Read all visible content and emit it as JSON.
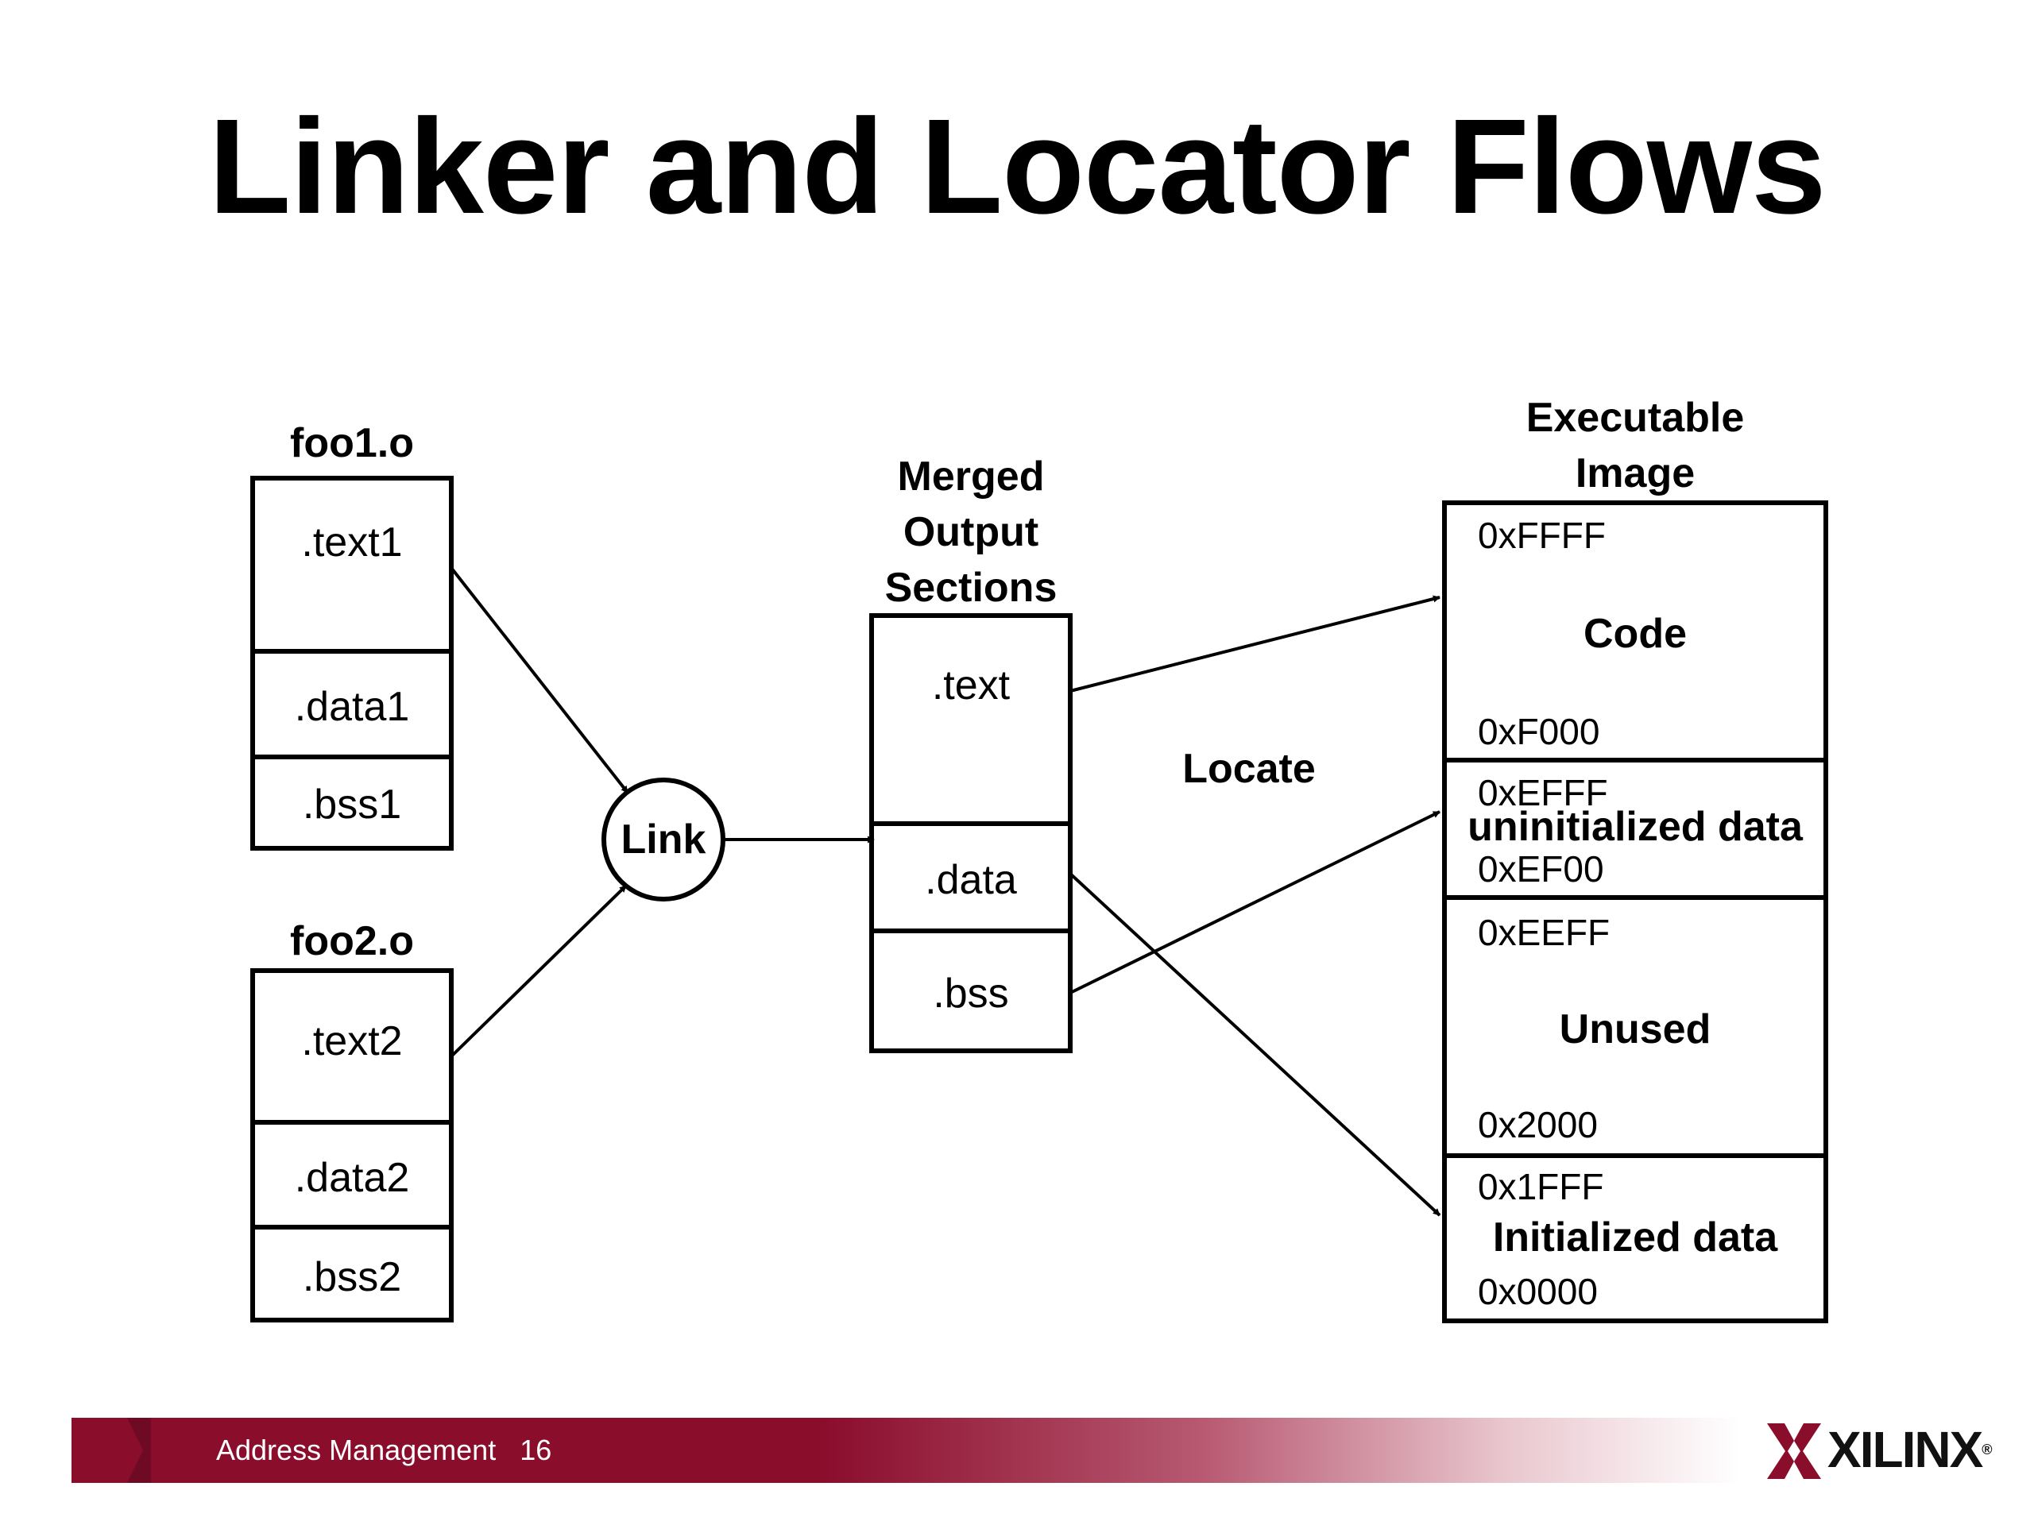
{
  "title": "Linker and Locator Flows",
  "objects": [
    {
      "name": "foo1.o",
      "sections": [
        ".text1",
        ".data1",
        ".bss1"
      ]
    },
    {
      "name": "foo2.o",
      "sections": [
        ".text2",
        ".data2",
        ".bss2"
      ]
    }
  ],
  "link_label": "Link",
  "merged": {
    "title_lines": [
      "Merged",
      "Output",
      "Sections"
    ],
    "sections": [
      ".text",
      ".data",
      ".bss"
    ]
  },
  "locate_label": "Locate",
  "image": {
    "title_lines": [
      "Executable",
      "Image"
    ],
    "regions": [
      {
        "top": "0xFFFF",
        "label": "Code",
        "bottom": "0xF000"
      },
      {
        "top": "0xEFFF",
        "label": "uninitialized data",
        "bottom": "0xEF00"
      },
      {
        "top": "0xEEFF",
        "label": "Unused",
        "bottom": "0x2000"
      },
      {
        "top": "0x1FFF",
        "label": "Initialized data",
        "bottom": "0x0000"
      }
    ]
  },
  "footer": {
    "text": "Address Management",
    "page": "16"
  },
  "logo": {
    "text": "XILINX",
    "mark": "®"
  },
  "colors": {
    "footer_bar": "#8a0d2c",
    "logo_mark": "#8a0d2c"
  }
}
